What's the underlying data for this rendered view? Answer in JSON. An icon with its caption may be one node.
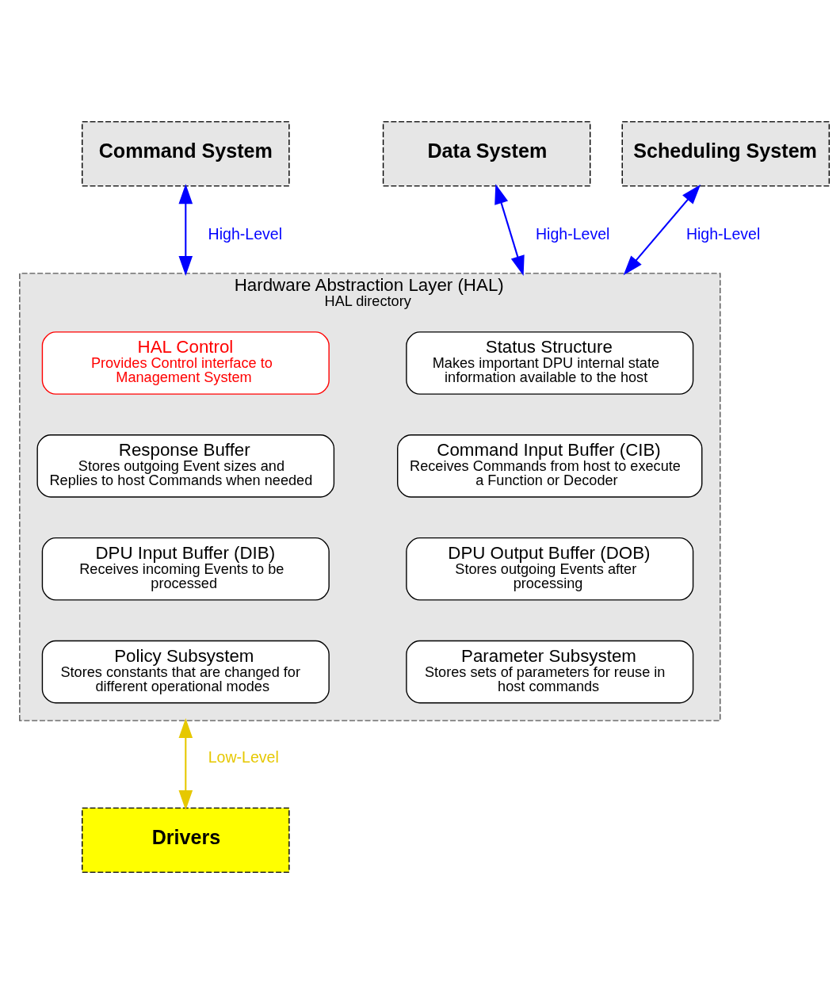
{
  "diagram": {
    "nodes": [
      {
        "text": [
          "Command System"
        ]
      },
      {
        "text": [
          "Data System"
        ]
      },
      {
        "text": [
          "Scheduling System"
        ]
      },
      {
        "text": [
          "Hardware Abstraction Layer (HAL)",
          "HAL directory"
        ]
      },
      {
        "text": [
          "HAL Control",
          "Provides Control interface to Management System"
        ],
        "in": 3
      },
      {
        "text": [
          "Status Structure",
          "Makes important DPU internal state information available to the host"
        ],
        "in": 3
      },
      {
        "text": [
          "Response Buffer",
          "Stores outgoing Event sizes and Replies to host Commands when needed"
        ],
        "in": 3
      },
      {
        "text": [
          "Command Input Buffer (CIB)",
          "Receives Commands from host to execute a Function or Decoder"
        ],
        "in": 3
      },
      {
        "text": [
          "DPU Input Buffer (DIB)",
          "Receives incoming Events to be processed"
        ],
        "in": 3
      },
      {
        "text": [
          "DPU Output Buffer (DOB)",
          "Stores outgoing Events after processing"
        ],
        "in": 3
      },
      {
        "text": [
          "Policy Subsystem",
          "Stores constants that are changed for different operational modes"
        ],
        "in": 3
      },
      {
        "text": [
          "Parameter Subsystem",
          "Stores sets of parameters for reuse in host commands"
        ],
        "in": 3
      },
      {
        "text": [
          "Drivers"
        ]
      }
    ],
    "edges": [
      {
        "from": 0,
        "to": 3,
        "arrow": "both",
        "label": "High-Level",
        "color": "#0000ff"
      },
      {
        "from": 1,
        "to": 3,
        "arrow": "both",
        "label": "High-Level",
        "color": "#0000ff"
      },
      {
        "from": 2,
        "to": 3,
        "arrow": "both",
        "label": "High-Level",
        "color": "#0000ff"
      },
      {
        "from": 3,
        "to": 12,
        "arrow": "both",
        "label": "Low-Level",
        "color": "#e6c800"
      }
    ]
  }
}
